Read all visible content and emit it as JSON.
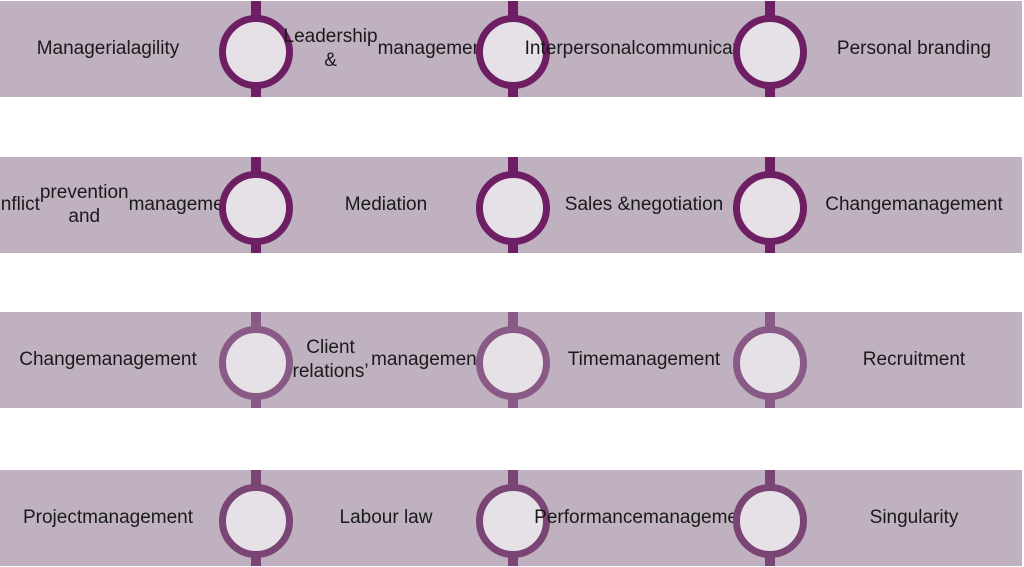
{
  "colors": {
    "band": "#bfb1c0",
    "circle_fill": "#e6e0e7",
    "row_accents": [
      "#6e1f64",
      "#6e1f64",
      "#8a5a86",
      "#7a4474"
    ]
  },
  "rows": [
    {
      "items": [
        [
          "Managerial",
          "agility"
        ],
        [
          "Leadership &",
          "management"
        ],
        [
          "Interpersonal",
          "communication"
        ],
        [
          "Personal branding"
        ]
      ]
    },
    {
      "items": [
        [
          "Conflict",
          "prevention and",
          "management"
        ],
        [
          "Mediation"
        ],
        [
          "Sales &",
          "negotiation"
        ],
        [
          "Change",
          "management"
        ]
      ]
    },
    {
      "items": [
        [
          "Change",
          "management"
        ],
        [
          "Client relations’",
          "management"
        ],
        [
          "Time",
          "management"
        ],
        [
          "Recruitment"
        ]
      ]
    },
    {
      "items": [
        [
          "Project",
          "management"
        ],
        [
          "Labour law"
        ],
        [
          "Performance",
          "management"
        ],
        [
          "Singularity"
        ]
      ]
    }
  ]
}
